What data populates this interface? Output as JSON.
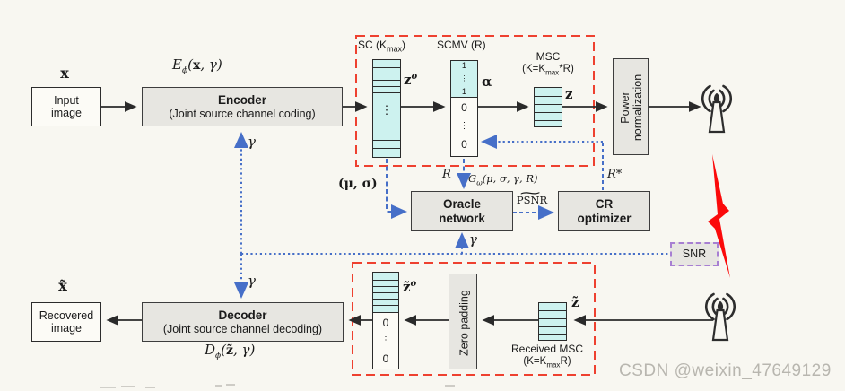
{
  "colors": {
    "background": "#f8f7f1",
    "block_fill": "#e7e6e1",
    "cyan_fill": "#cdf2ef",
    "red_dashed_border": "#ee4130",
    "blue_signal_line": "#466fc8",
    "purple_dashed_border": "#a77fd2",
    "lightning_red": "#fb0a0a",
    "watermark_gray": "#b8b6af"
  },
  "top_row": {
    "input_symbol": "x",
    "input_box": {
      "line1": "Input",
      "line2": "image"
    },
    "encoder": {
      "title": "Encoder",
      "subtitle": "(Joint source channel coding)"
    },
    "formula": {
      "fn": "E",
      "sub": "ϕ",
      "open": "(",
      "arg_bold": "x",
      "comma": ", ",
      "gamma": "γ",
      "close": ")"
    },
    "gamma_in": "γ"
  },
  "sc_block": {
    "label_prefix": "SC (K",
    "label_sub": "max",
    "label_suffix": ")",
    "dots": "⋮",
    "out_symbol": "z",
    "out_sup": "o"
  },
  "scmv_block": {
    "label": "SCMV (R)",
    "top_cells": [
      "1",
      "⋮",
      "1"
    ],
    "bottom_cells": [
      "0",
      "⋮",
      "0"
    ],
    "out_symbol": "α"
  },
  "msc_block": {
    "label_line1": "MSC",
    "label_prefix": "(K=K",
    "label_sub": "max",
    "label_suffix": "*R)",
    "out_symbol": "z"
  },
  "power_norm": {
    "label": "Power normalization"
  },
  "oracle": {
    "mu_sigma": "(μ, σ)",
    "r_label": "R",
    "formula": {
      "fn": "G",
      "sub": "ω",
      "args": "(μ, σ, γ, R)"
    },
    "title_line1": "Oracle",
    "title_line2": "network",
    "psnr_tilde": "~",
    "psnr_text": "PSNR",
    "gamma_in": "γ"
  },
  "cr_optimizer": {
    "title_line1": "CR",
    "title_line2": "optimizer",
    "r_star": "R*"
  },
  "snr_box": {
    "label": "SNR"
  },
  "bottom_row": {
    "recovered_symbol": "x̃",
    "recovered_box": {
      "line1": "Recovered",
      "line2": "image"
    },
    "decoder": {
      "title": "Decoder",
      "subtitle": "(Joint source channel decoding)"
    },
    "formula": {
      "fn": "D",
      "sub": "ϕ",
      "open": "(",
      "arg_bold": "z̃",
      "comma": ", ",
      "gamma": "γ",
      "close": ")"
    },
    "gamma_in": "γ"
  },
  "ztilde_block": {
    "symbol": "z̃",
    "sup": "o",
    "dots": "⋮",
    "bottom_cells": [
      "0",
      "⋮",
      "0"
    ]
  },
  "zero_padding": {
    "label": "Zero padding"
  },
  "received_msc": {
    "symbol": "z̃",
    "label_line1": "Received MSC",
    "label_prefix": "(K=K",
    "label_sub": "max",
    "label_suffix": "R)"
  },
  "watermark": "CSDN @weixin_47649129"
}
